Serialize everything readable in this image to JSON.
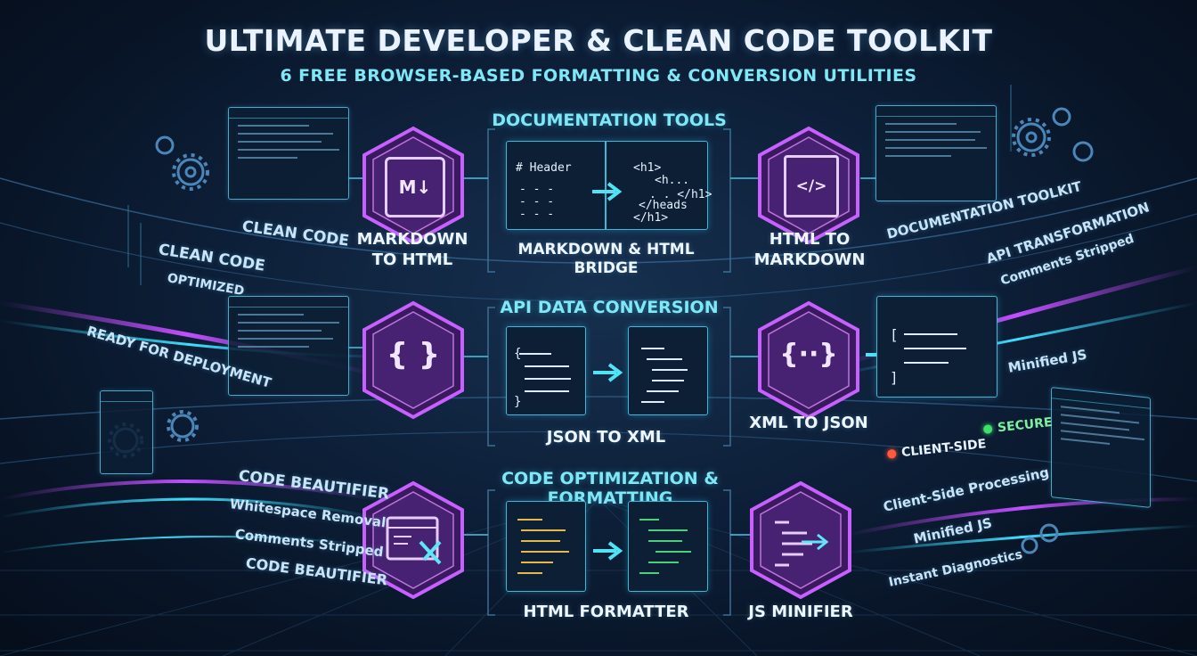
{
  "header": {
    "title": "ULTIMATE DEVELOPER & CLEAN CODE TOOLKIT",
    "subtitle": "6 FREE BROWSER-BASED FORMATTING & CONVERSION UTILITIES"
  },
  "sections": {
    "documentation": "DOCUMENTATION TOOLS",
    "api": "API DATA CONVERSION",
    "optimization": "CODE OPTIMIZATION & FORMATTING"
  },
  "tools": {
    "markdown_to_html": "MARKDOWN TO HTML",
    "markdown_bridge": "MARKDOWN & HTML BRIDGE",
    "html_to_markdown": "HTML TO MARKDOWN",
    "json_to_xml": "JSON TO XML",
    "xml_to_json": "XML TO JSON",
    "html_formatter": "HTML FORMATTER",
    "js_minifier": "JS MINIFIER"
  },
  "icons": {
    "markdown": "M↓",
    "html": "</>",
    "json": "{ }",
    "xml": "{··}"
  },
  "code": {
    "md_header": "# Header",
    "md_dash1": "- - -",
    "md_dash2": "- - -",
    "md_dash3": "- - -",
    "html_h1_open": "<h1>",
    "html_inner": "<h...",
    "html_close": ". . </h1>",
    "html_head": "</heads",
    "html_h1_close": "</h1>"
  },
  "side_left": {
    "clean_code_1": "CLEAN CODE",
    "clean_code_2": "CLEAN CODE",
    "optimized": "OPTIMIZED",
    "ready": "READY FOR DEPLOYMENT",
    "beautifier_1": "CODE BEAUTIFIER",
    "whitespace": "Whitespace Removal",
    "comments": "Comments Stripped",
    "beautifier_2": "CODE BEAUTIFIER"
  },
  "side_right": {
    "doc_toolkit": "DOCUMENTATION TOOLKIT",
    "api_transform": "API TRANSFORMATION",
    "comments": "Comments Stripped",
    "minified_1": "Minified JS",
    "client_side": "CLIENT-SIDE",
    "secure": "SECURE",
    "client_processing": "Client-Side Processing",
    "minified_2": "Minified JS",
    "diagnostics": "Instant Diagnostics"
  },
  "colors": {
    "accent": "#7fe7f5",
    "magenta": "#c04ae0",
    "cyan": "#38d6f0",
    "red_dot": "#ff5a3c",
    "green_dot": "#3ee06a"
  }
}
